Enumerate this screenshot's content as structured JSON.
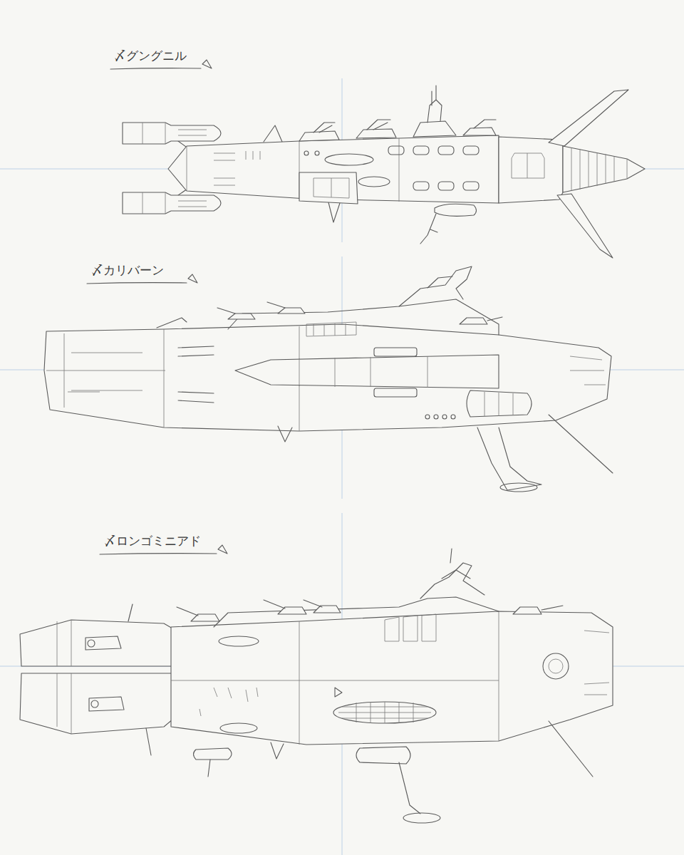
{
  "diagram": {
    "labels": [
      "〆グングニル",
      "〆カリバーン",
      "〆ロンゴミニアド"
    ]
  }
}
